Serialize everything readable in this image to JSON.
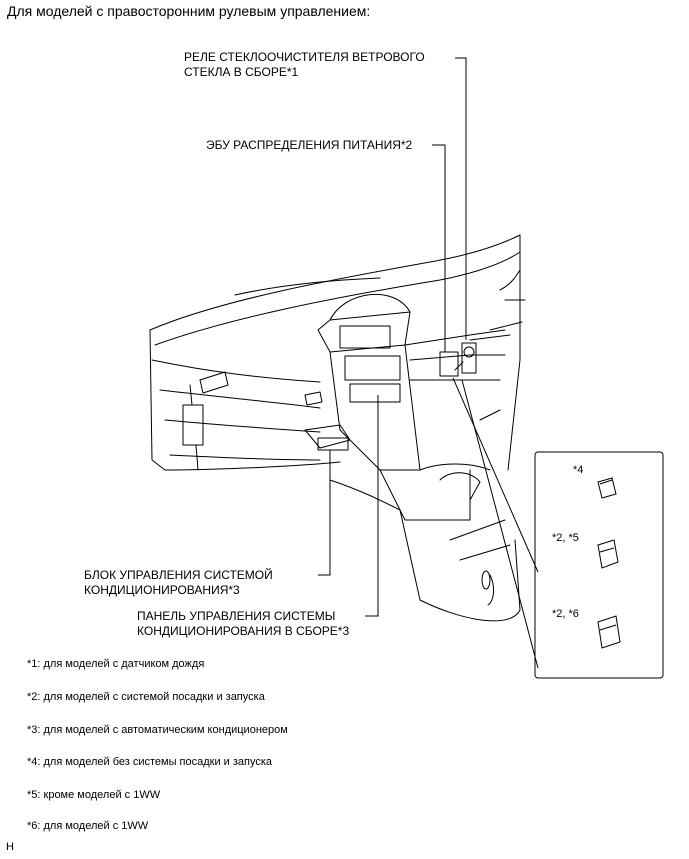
{
  "heading": "Для моделей с правосторонним рулевым управлением:",
  "callouts": {
    "wiper_relay": [
      "РЕЛЕ СТЕКЛООЧИСТИТЕЛЯ ВЕТРОВОГО",
      "СТЕКЛА В СБОРЕ*1"
    ],
    "power_ecu": "ЭБУ РАСПРЕДЕЛЕНИЯ ПИТАНИЯ*2",
    "ac_control_unit": [
      "БЛОК УПРАВЛЕНИЯ СИСТЕМОЙ",
      "КОНДИЦИОНИРОВАНИЯ*3"
    ],
    "ac_control_panel": [
      "ПАНЕЛЬ УПРАВЛЕНИЯ СИСТЕМЫ",
      "КОНДИЦИОНИРОВАНИЯ В СБОРЕ*3"
    ]
  },
  "inset_labels": [
    "*4",
    "*2, *5",
    "*2, *6"
  ],
  "notes": [
    "*1: для моделей с датчиком дождя",
    "*2: для моделей с системой посадки и запуска",
    "*3: для моделей с автоматическим кондиционером",
    "*4: для моделей без системы посадки и запуска",
    "*5: кроме моделей с 1WW",
    "*6: для моделей с 1WW"
  ],
  "figure_id": "H"
}
